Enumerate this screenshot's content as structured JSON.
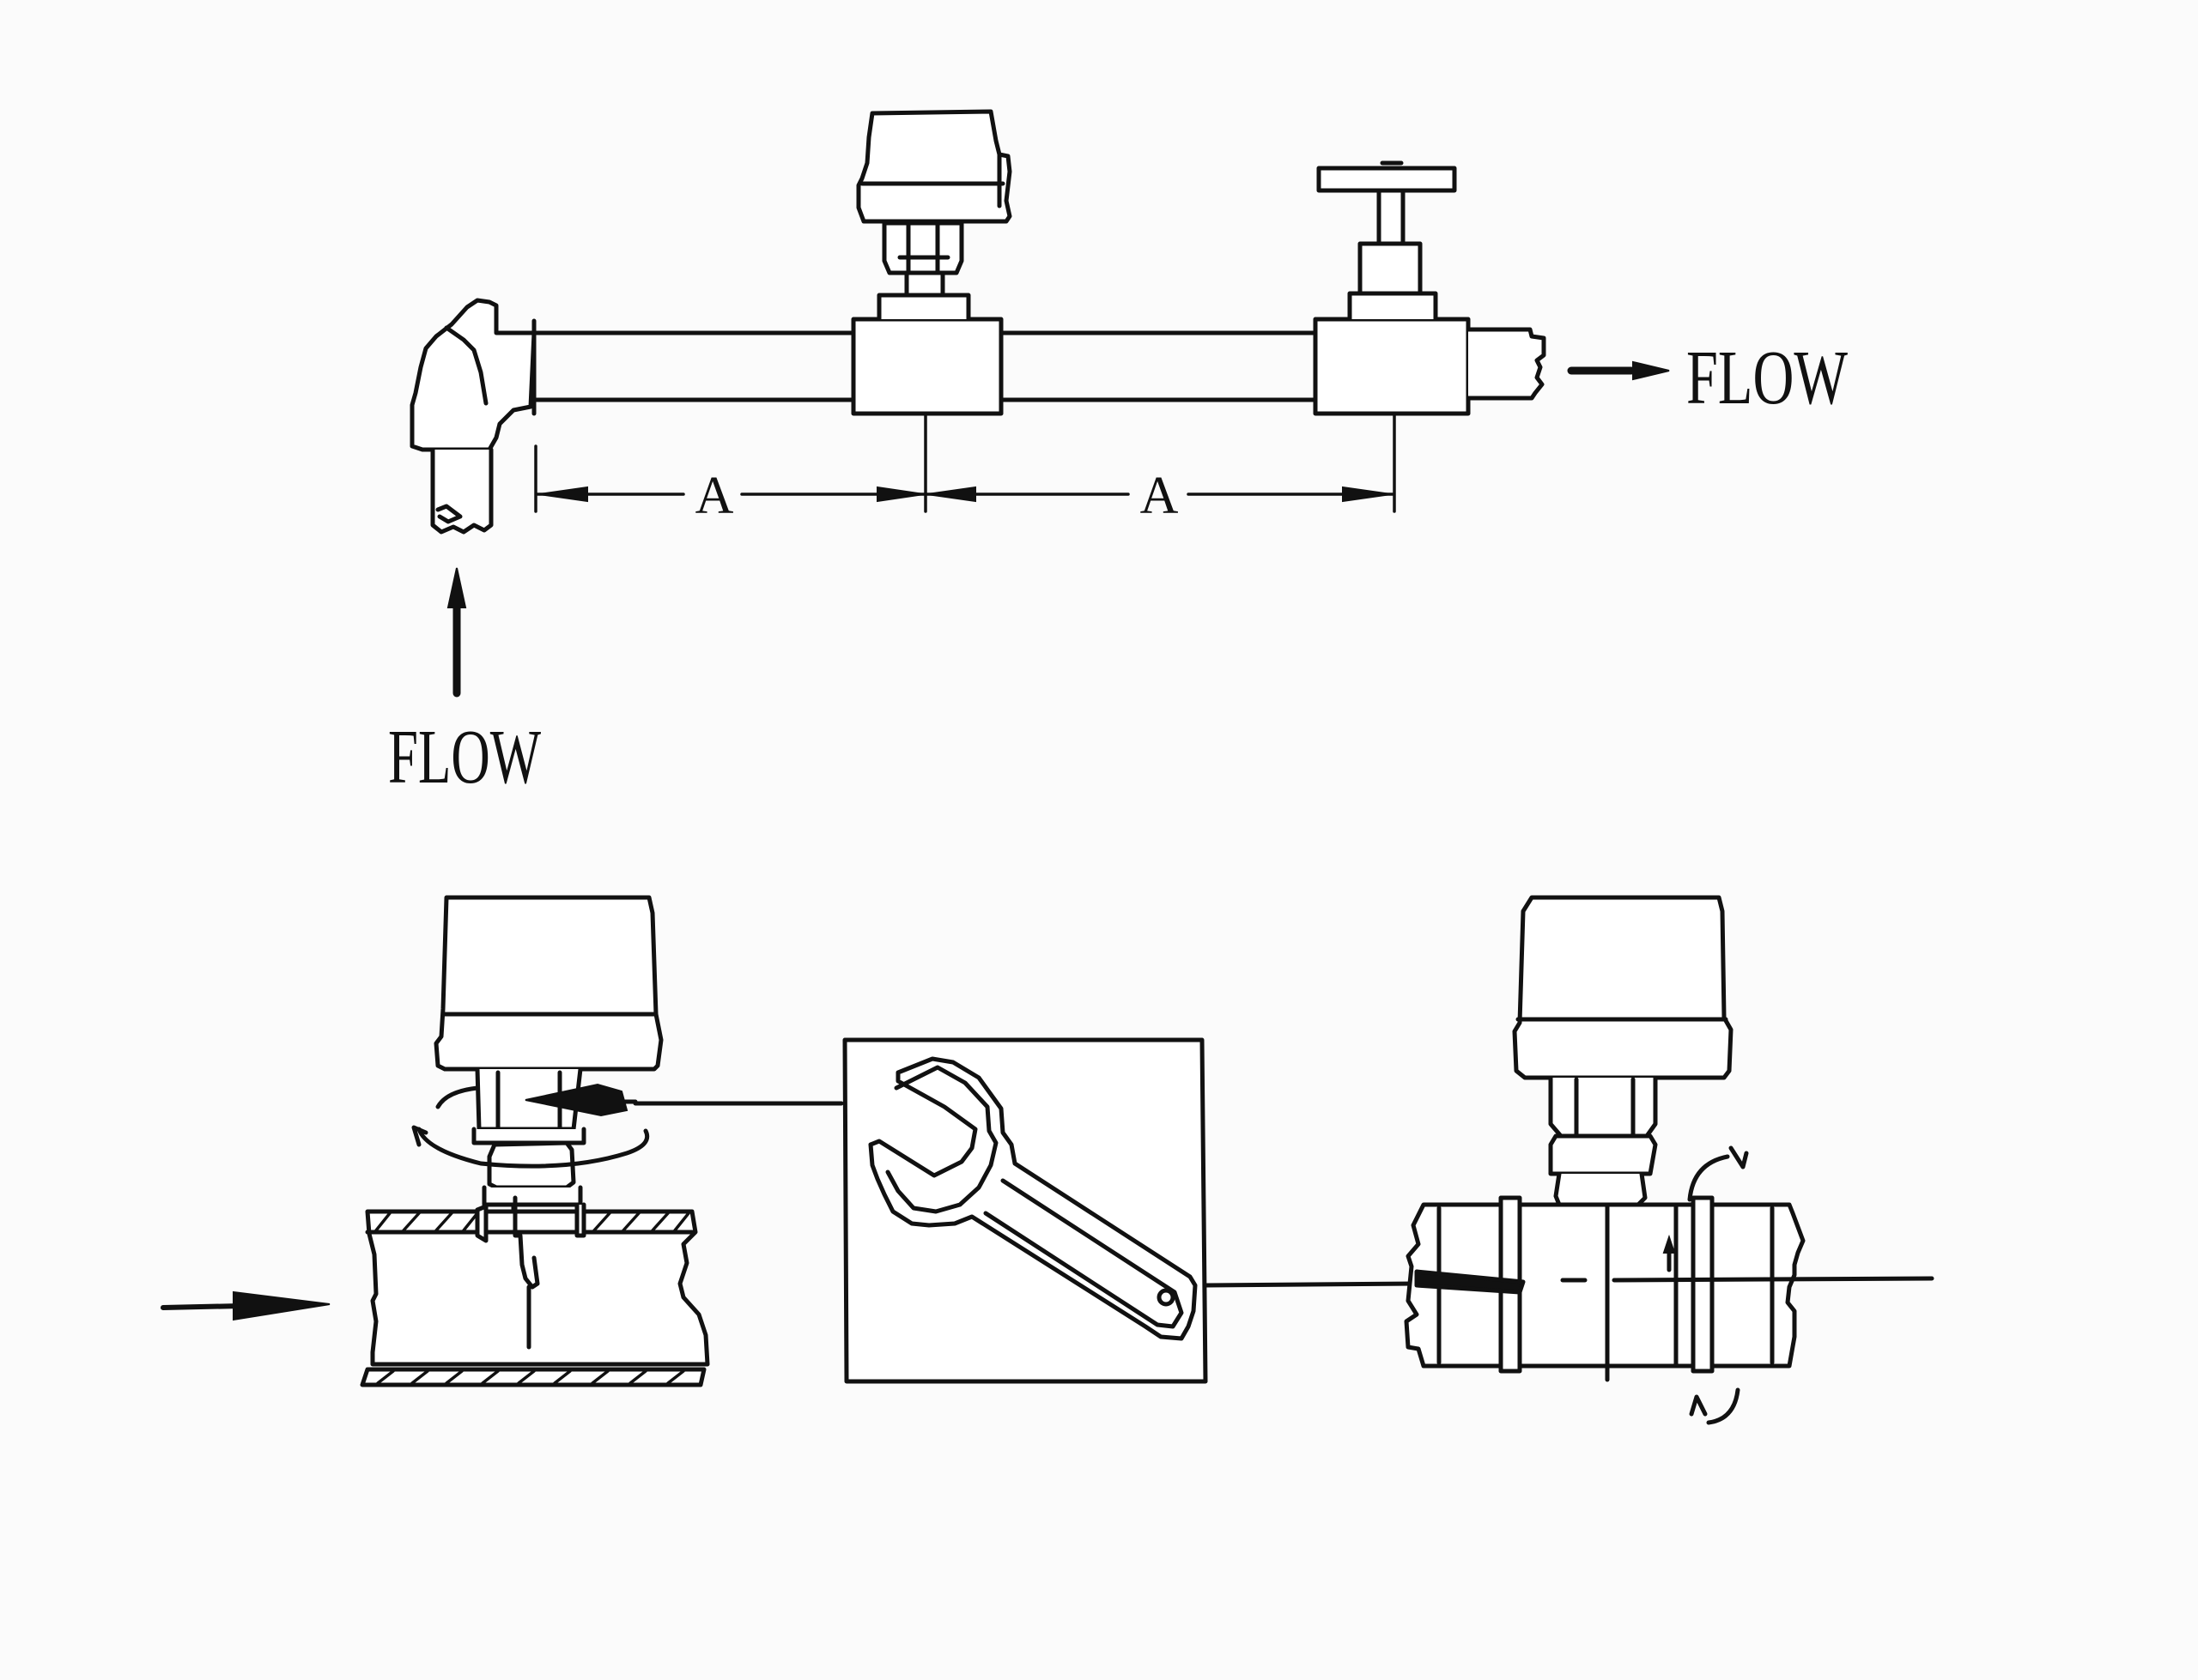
{
  "diagram": {
    "labels": {
      "flow_out": "FLOW",
      "flow_in": "FLOW",
      "dimension_left": "A",
      "dimension_right": "A"
    },
    "colors": {
      "line": "#111111",
      "background": "#fbfbfb"
    },
    "icons": [
      "elbow-fitting-icon",
      "actuator-valve-icon",
      "gate-valve-icon",
      "wrench-icon",
      "flow-arrow-icon",
      "rotation-arrow-icon"
    ]
  }
}
